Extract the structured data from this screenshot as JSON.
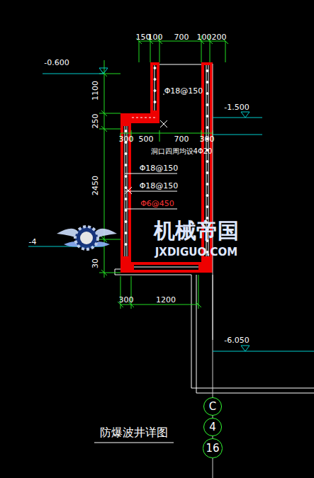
{
  "diagram": {
    "title": "防爆波井详图",
    "nodes": [
      {
        "text": [
          "C"
        ]
      },
      {
        "text": [
          "4"
        ]
      },
      {
        "text": [
          "16"
        ]
      }
    ],
    "labels": [
      "150",
      "100",
      "700",
      "100",
      "200",
      "-0.600",
      "1100",
      "Φ18@150",
      "-1.500",
      "250",
      "300",
      "500",
      "700",
      "300",
      "洞口四周均设4Φ20",
      "Φ18@150",
      "Φ18@150",
      "Φ6@450",
      "2450",
      "-4",
      "30",
      "300",
      "1200",
      "-6.050",
      "机械帝国",
      "JXDIGUO.COM"
    ]
  }
}
